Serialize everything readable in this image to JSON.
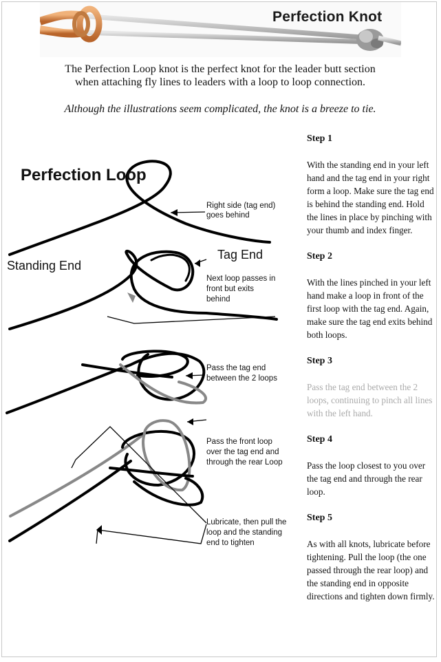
{
  "banner": {
    "title": "Perfection Knot"
  },
  "intro": {
    "line1": "The Perfection Loop knot is the perfect knot for the leader butt section",
    "line2": "when attaching fly lines to leaders with a loop to loop connection.",
    "note": "Although the illustrations seem complicated, the knot is a breeze to tie."
  },
  "diagram": {
    "title": "Perfection Loop",
    "labels": {
      "right_side_1": "Right side (tag end)",
      "right_side_2": "goes behind",
      "standing_end": "Standing End",
      "tag_end": "Tag End",
      "next_loop_1": "Next loop passes in",
      "next_loop_2": "front but exits",
      "next_loop_3": "behind",
      "pass_tag_1": "Pass the tag end",
      "pass_tag_2": "between the 2 loops",
      "front_loop_1": "Pass the front loop",
      "front_loop_2": "over the tag end and",
      "front_loop_3": "through the rear Loop",
      "lubricate_1": "Lubricate, then pull the",
      "lubricate_2": "loop and the standing",
      "lubricate_3": "end to tighten"
    }
  },
  "steps": [
    {
      "heading": "Step 1",
      "text": "With the standing end in your left hand and the tag end in your right form a loop. Make sure the tag end is behind the standing end. Hold the lines in place by pinching with your thumb and index finger."
    },
    {
      "heading": "Step 2",
      "text": "With the lines pinched in your left hand make a loop in front of the first loop with the tag end. Again, make sure the tag end exits behind both loops."
    },
    {
      "heading": "Step 3",
      "text": "Pass the tag end between the 2 loops, continuing to pinch all lines with the left hand."
    },
    {
      "heading": "Step 4",
      "text": "Pass the loop closest to you over the tag end and through the rear loop."
    },
    {
      "heading": "Step 5",
      "text": "As with all knots, lubricate before tightening. Pull the loop (the one passed through the rear loop) and the standing end in opposite directions and tighten down firmly."
    }
  ],
  "colors": {
    "line": "#000000",
    "gray_line": "#8a8a8a",
    "orange_line": "#d98a4a"
  }
}
